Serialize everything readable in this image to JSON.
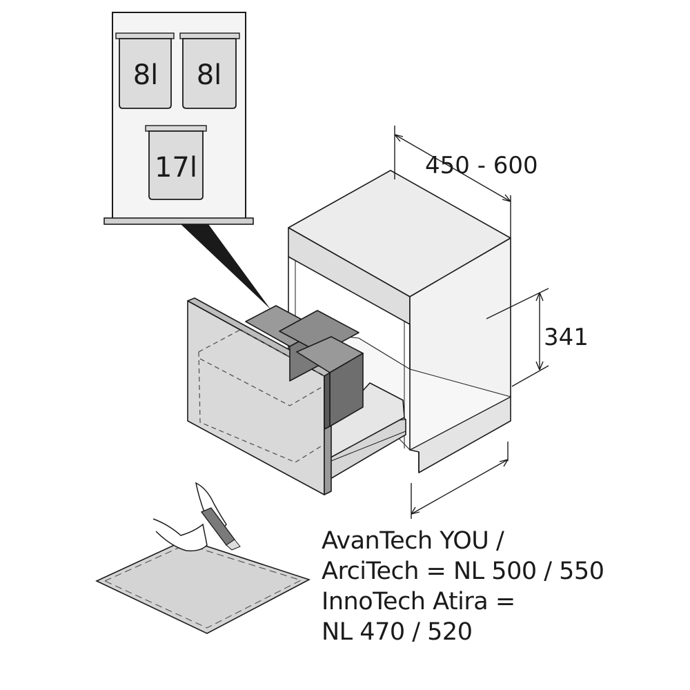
{
  "inset": {
    "bins": [
      {
        "label": "8l"
      },
      {
        "label": "8l"
      },
      {
        "label": "17l"
      }
    ]
  },
  "dimensions": {
    "width_label": "450 - 600",
    "height_label": "341"
  },
  "caption": {
    "lines": [
      "AvanTech YOU /",
      "ArciTech = NL 500 / 550",
      "InnoTech Atira =",
      "NL 470 / 520"
    ]
  },
  "colors": {
    "stroke": "#1a1a1a",
    "panel_light": "#efefef",
    "panel_mid": "#d4d4d4",
    "bin_dark": "#8c8c8c",
    "bin_darker": "#6e6e6e"
  }
}
